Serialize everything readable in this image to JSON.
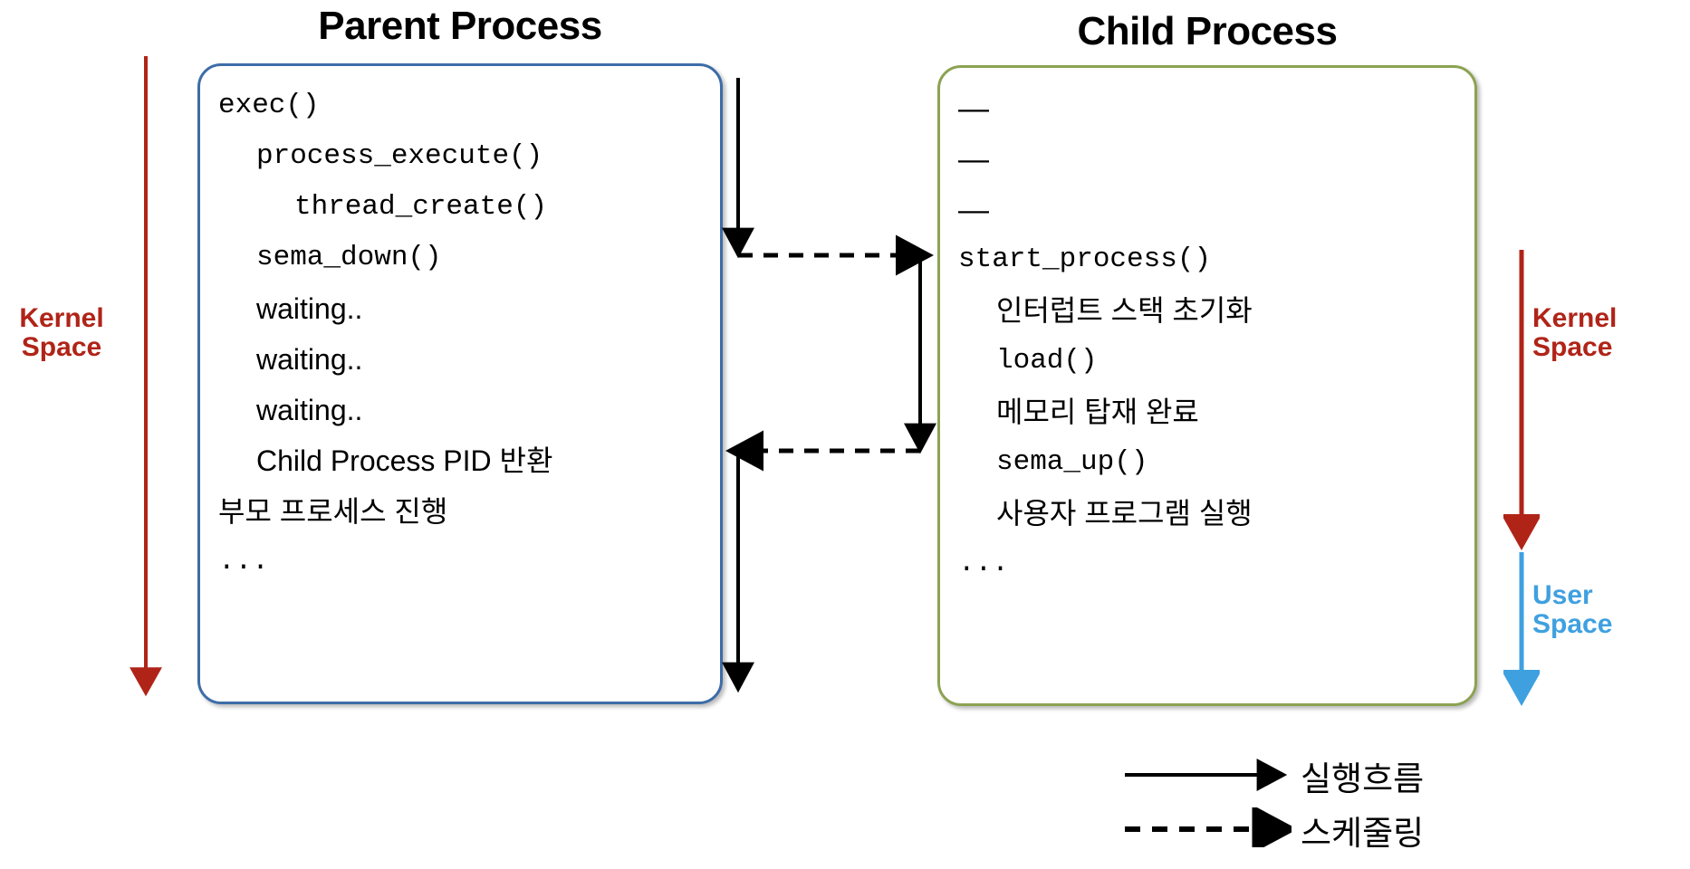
{
  "parent": {
    "title": "Parent Process",
    "border_color": "#3D6DA8",
    "lines": [
      {
        "text": "exec()",
        "indent": 0,
        "style": "mono"
      },
      {
        "text": "process_execute()",
        "indent": 1,
        "style": "mono"
      },
      {
        "text": "thread_create()",
        "indent": 2,
        "style": "mono"
      },
      {
        "text": "sema_down()",
        "indent": 1,
        "style": "mono"
      },
      {
        "text": "waiting..",
        "indent": 1,
        "style": "sans"
      },
      {
        "text": "waiting..",
        "indent": 1,
        "style": "sans"
      },
      {
        "text": "waiting..",
        "indent": 1,
        "style": "sans"
      },
      {
        "text": "Child Process PID 반환",
        "indent": 1,
        "style": "sans"
      },
      {
        "text": "부모 프로세스 진행",
        "indent": 0,
        "style": "sans"
      },
      {
        "text": "...",
        "indent": 0,
        "style": "mono"
      }
    ]
  },
  "child": {
    "title": "Child Process",
    "border_color": "#8CA252",
    "lines": [
      {
        "text": "—",
        "indent": 0,
        "style": "dashmark"
      },
      {
        "text": "—",
        "indent": 0,
        "style": "dashmark"
      },
      {
        "text": "—",
        "indent": 0,
        "style": "dashmark"
      },
      {
        "text": "start_process()",
        "indent": 0,
        "style": "mono"
      },
      {
        "text": "인터럽트 스택 초기화",
        "indent": 1,
        "style": "sans"
      },
      {
        "text": "load()",
        "indent": 1,
        "style": "mono"
      },
      {
        "text": "메모리 탑재 완료",
        "indent": 1,
        "style": "sans"
      },
      {
        "text": "sema_up()",
        "indent": 1,
        "style": "mono"
      },
      {
        "text": "사용자 프로그램 실행",
        "indent": 1,
        "style": "sans"
      },
      {
        "text": "...",
        "indent": 0,
        "style": "mono"
      }
    ]
  },
  "spaces": {
    "left_kernel": {
      "label": "Kernel\nSpace",
      "color": "#B02418"
    },
    "right_kernel": {
      "label": "Kernel\nSpace",
      "color": "#B02418"
    },
    "right_user": {
      "label": "User\nSpace",
      "color": "#3FA0E0"
    }
  },
  "legend": {
    "items": [
      {
        "label": "실행흐름",
        "style": "solid"
      },
      {
        "label": "스케줄링",
        "style": "dashed"
      }
    ]
  }
}
